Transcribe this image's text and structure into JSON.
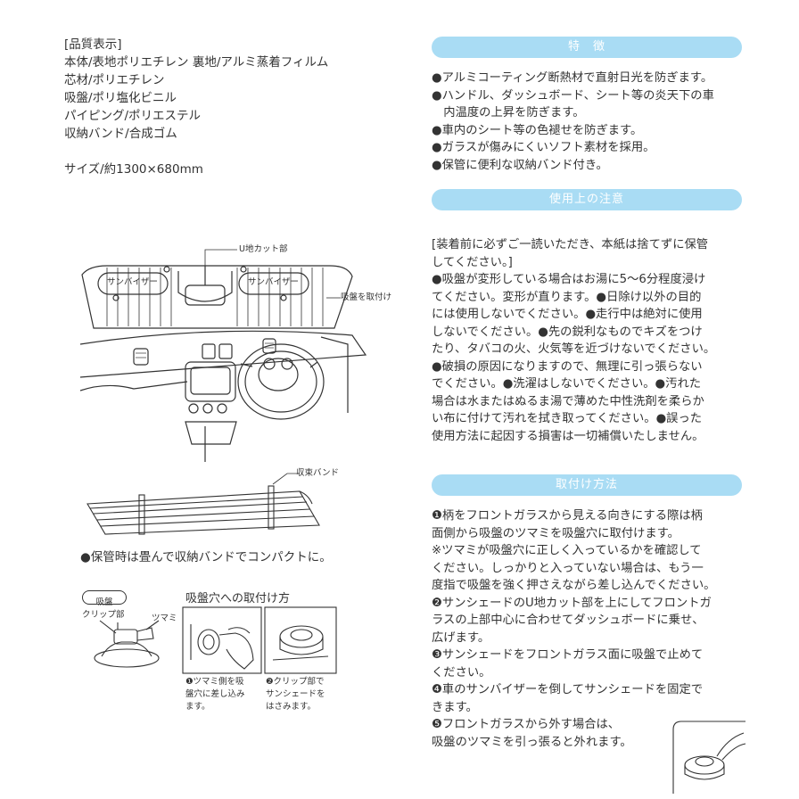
{
  "quality": {
    "heading": "[品質表示]",
    "lines": [
      "本体/表地ポリエチレン 裏地/アルミ蒸着フィルム",
      "芯材/ポリエチレン",
      "吸盤/ポリ塩化ビニル",
      "パイピング/ポリエステル",
      "収納バンド/合成ゴム"
    ],
    "size": "サイズ/約1300×680mm"
  },
  "car_diagram": {
    "u_cut_label": "U地カット部",
    "visor_left": "サンバイザー",
    "visor_right": "サンバイザー",
    "suction_label": "吸盤を取付け"
  },
  "fold_diagram": {
    "band_label": "収束バンド",
    "note": "●保管時は畳んで収納バンドでコンパクトに。"
  },
  "suction_diagram": {
    "badge": "吸盤",
    "clip_label": "クリップ部",
    "knob_label": "ツマミ",
    "hole_title": "吸盤穴への取付け方",
    "step1": [
      "❶ツマミ側を吸",
      "盤穴に差し込み",
      "ます。"
    ],
    "step2": [
      "❷クリップ部で",
      "サンシェードを",
      "はさみます。"
    ]
  },
  "features": {
    "title": "特　徴",
    "lines": [
      "●アルミコーティング断熱材で直射日光を防ぎます。",
      "●ハンドル、ダッシュボード、シート等の炎天下の車",
      "　内温度の上昇を防ぎます。",
      "●車内のシート等の色褪せを防ぎます。",
      "●ガラスが傷みにくいソフト素材を採用。",
      "●保管に便利な収納バンド付き。"
    ]
  },
  "cautions": {
    "title": "使用上の注意",
    "lines": [
      "[装着前に必ずご一読いただき、本紙は捨てずに保管",
      "してください。]",
      "●吸盤が変形している場合はお湯に5〜6分程度浸け",
      "てください。変形が直ります。●日除け以外の目的",
      "には使用しないでください。●走行中は絶対に使用",
      "しないでください。●先の鋭利なものでキズをつけ",
      "たり、タバコの火、火気等を近づけないでください。",
      "●破損の原因になりますので、無理に引っ張らない",
      "でください。●洗濯はしないでください。●汚れた",
      "場合は水またはぬるま湯で薄めた中性洗剤を柔らか",
      "い布に付けて汚れを拭き取ってください。●誤った",
      "使用方法に起因する損害は一切補償いたしません。"
    ]
  },
  "install": {
    "title": "取付け方法",
    "lines": [
      "❶柄をフロントガラスから見える向きにする際は柄",
      "面側から吸盤のツマミを吸盤穴に取付けます。",
      "※ツマミが吸盤穴に正しく入っているかを確認して",
      "ください。しっかりと入っていない場合は、もう一",
      "度指で吸盤を強く押さえながら差し込んでください。",
      "❷サンシェードのU地カット部を上にしてフロントガ",
      "ラスの上部中心に合わせてダッシュボードに乗せ、",
      "広げます。",
      "❸サンシェードをフロントガラス面に吸盤で止めて",
      "ください。",
      "❹車のサンバイザーを倒してサンシェードを固定で",
      "きます。",
      "❺フロントガラスから外す場合は、",
      "吸盤のツマミを引っ張ると外れます。"
    ]
  }
}
